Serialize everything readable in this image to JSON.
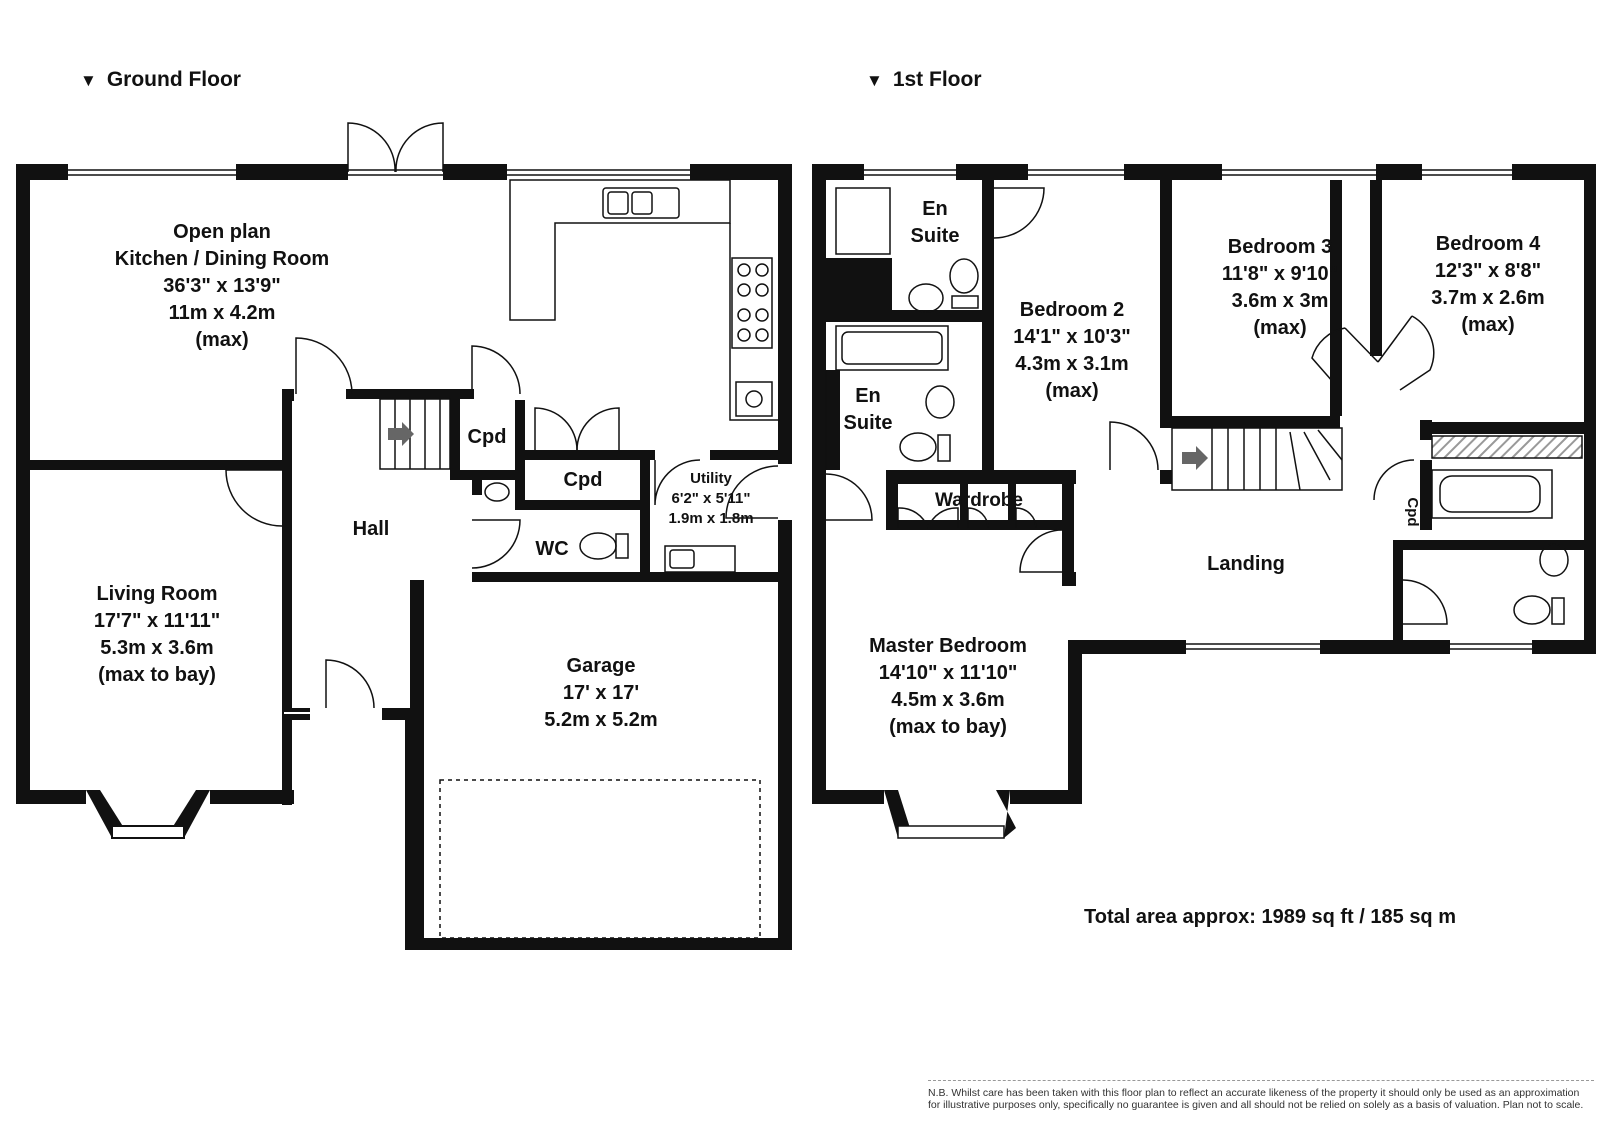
{
  "headings": {
    "ground": "Ground Floor",
    "first": "1st Floor"
  },
  "ground_floor": {
    "kitchen": {
      "name1": "Open plan",
      "name2": "Kitchen / Dining Room",
      "imperial": "36'3\" x 13'9\"",
      "metric": "11m  x 4.2m",
      "note": "(max)"
    },
    "living": {
      "name": "Living Room",
      "imperial": "17'7\" x 11'11\"",
      "metric": "5.3m x 3.6m",
      "note": "(max to bay)"
    },
    "hall": "Hall",
    "cpd1": "Cpd",
    "cpd2": "Cpd",
    "wc": "WC",
    "utility": {
      "name": "Utility",
      "imperial": "6'2\" x 5'11\"",
      "metric": "1.9m x 1.8m"
    },
    "garage": {
      "name": "Garage",
      "imperial": "17' x 17'",
      "metric": "5.2m x 5.2m"
    }
  },
  "first_floor": {
    "ensuite1": {
      "line1": "En",
      "line2": "Suite"
    },
    "ensuite2": {
      "line1": "En",
      "line2": "Suite"
    },
    "bedroom2": {
      "name": "Bedroom 2",
      "imperial": "14'1\" x 10'3\"",
      "metric": "4.3m x 3.1m",
      "note": "(max)"
    },
    "bedroom3": {
      "name": "Bedroom 3",
      "imperial": "11'8\" x 9'10\"",
      "metric": "3.6m x 3m",
      "note": "(max)"
    },
    "bedroom4": {
      "name": "Bedroom 4",
      "imperial": "12'3\" x 8'8\"",
      "metric": "3.7m x 2.6m",
      "note": "(max)"
    },
    "wardrobe": "Wardrobe",
    "landing": "Landing",
    "cpd": "Cpd",
    "master": {
      "name": "Master Bedroom",
      "imperial": "14'10\" x 11'10\"",
      "metric": "4.5m x 3.6m",
      "note": "(max to bay)"
    }
  },
  "total_area": "Total area approx: 1989 sq ft / 185 sq m",
  "disclaimer": "N.B. Whilst care has been taken with this floor plan to reflect an accurate likeness of the property it should only be used as an approximation for illustrative purposes only, specifically no guarantee is given and all should not be relied on solely as a basis of valuation. Plan not to scale.",
  "colors": {
    "wall": "#111111",
    "background": "#ffffff",
    "hatch": "#999999"
  }
}
